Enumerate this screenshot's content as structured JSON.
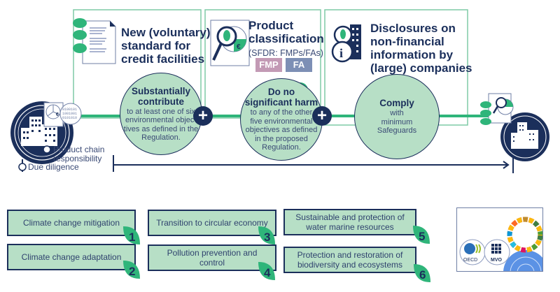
{
  "columns": [
    {
      "title": "New (voluntary) standard for credit facilities",
      "title_lines": [
        "New (voluntary)",
        "standard for",
        "credit facilities"
      ],
      "icon": "document-leaves-icon"
    },
    {
      "title": "Product classification",
      "title_lines": [
        "Product",
        "classification"
      ],
      "subtitle": "(SFDR: FMPs/FAs)",
      "tags": [
        {
          "label": "FMP",
          "color": "#c39ab5"
        },
        {
          "label": "FA",
          "color": "#7d8fb5"
        }
      ],
      "icon": "magnifier-report-icon"
    },
    {
      "title": "Disclosures on non-financial information by (large) companies",
      "title_lines": [
        "Disclosures on",
        "non-financial",
        "information by",
        "(large) companies"
      ],
      "icon": "info-buildings-icon"
    }
  ],
  "criteria": [
    {
      "title_lines": [
        "Substantially",
        "contribute"
      ],
      "desc_lines": [
        "to at least one of six",
        "environmental objec-",
        "tives as defined in the",
        "Regulation."
      ]
    },
    {
      "title_lines": [
        "Do no",
        "significant harm"
      ],
      "desc_lines": [
        "to any of the other",
        "five environmental",
        "objectives as defined",
        "in the proposed",
        "Regulation."
      ]
    },
    {
      "title_lines": [
        "Comply"
      ],
      "desc_lines": [
        "with",
        "minimum",
        "Safeguards"
      ]
    }
  ],
  "operators": [
    "+",
    "+"
  ],
  "left_labels": {
    "product_chain": [
      "Product chain",
      "responsibility"
    ],
    "due_diligence": "Due diligence"
  },
  "objectives": [
    {
      "number": "1",
      "label": "Climate change mitigation"
    },
    {
      "number": "2",
      "label": "Climate change adaptation"
    },
    {
      "number": "3",
      "label": "Transition to circular economy"
    },
    {
      "number": "4",
      "label": "Pollution prevention and control"
    },
    {
      "number": "5",
      "label": "Sustainable and protection of water marine resources"
    },
    {
      "number": "6",
      "label": "Protection and restoration of biodiversity and ecosystems"
    }
  ],
  "logos": {
    "oecd": "OECD",
    "mvo": "MVO"
  },
  "colors": {
    "navy": "#1b2f5b",
    "green": "#2fb57a",
    "light_green": "#b7dfc6",
    "frame": "#7fcaa6"
  }
}
